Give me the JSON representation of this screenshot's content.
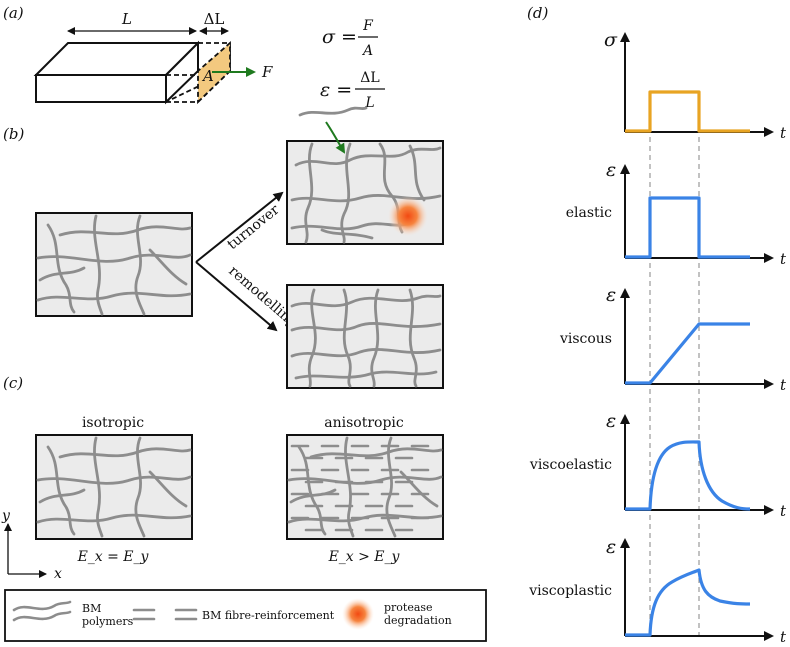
{
  "panel_labels": {
    "a": "(a)",
    "b": "(b)",
    "c": "(c)",
    "d": "(d)"
  },
  "panel_a": {
    "length": "L",
    "delta_length": "ΔL",
    "area": "A",
    "force": "F",
    "stress_eq_lhs": "σ =",
    "stress_num": "F",
    "stress_den": "A",
    "strain_eq_lhs": "ε =",
    "strain_num": "ΔL",
    "strain_den": "L"
  },
  "panel_b": {
    "turnover": "turnover",
    "remodelling": "remodelling"
  },
  "panel_c": {
    "isotropic": "isotropic",
    "anisotropic": "anisotropic",
    "iso_relation": "E_x = E_y",
    "aniso_relation": "E_x > E_y",
    "axis_x": "x",
    "axis_y": "y"
  },
  "legend": {
    "bm_polymers_line1": "BM",
    "bm_polymers_line2": "polymers",
    "bm_fibre": "BM fibre-reinforcement",
    "protease_line1": "protease",
    "protease_line2": "degradation"
  },
  "panel_d": {
    "time_label": "t",
    "stress_label": "σ",
    "strain_label": "ε",
    "rows": [
      "elastic",
      "viscous",
      "viscoelastic",
      "viscoplastic"
    ]
  },
  "colors": {
    "strain_curve": "#3a83e6",
    "stress_curve": "#e8a423",
    "force_arrow": "#1f7a1f",
    "area_fill": "#f3c97f",
    "fibre": "#8d8d8d",
    "protease": "#f26b1d"
  }
}
